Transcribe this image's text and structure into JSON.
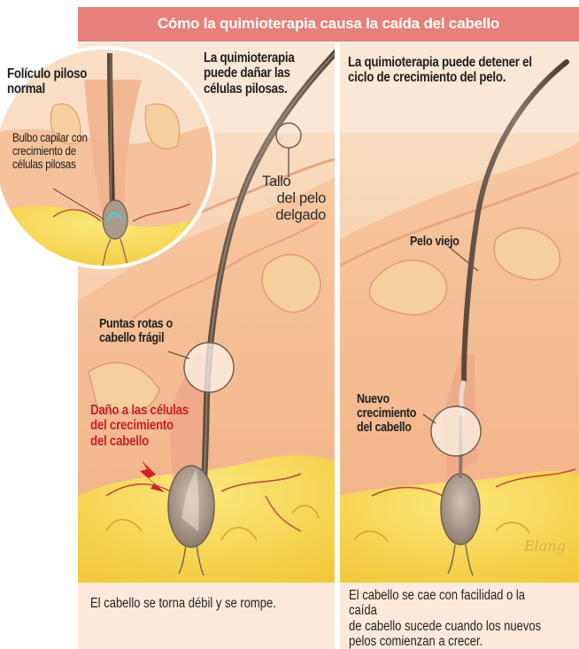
{
  "title": "Cómo la quimioterapia causa la caída del cabello",
  "panels": {
    "inset": {
      "heading_line1": "Folículo piloso",
      "heading_line2": "normal",
      "bulb_line1": "Bulbo capilar con",
      "bulb_line2": "crecimiento de",
      "bulb_line3": "células pilosas"
    },
    "left": {
      "heading_line1": "La quimioterapia",
      "heading_line2": "puede dañar las",
      "heading_line3": "células pilosas.",
      "shaft_line1": "Tallo",
      "shaft_line2": "del pelo",
      "shaft_line3": "delgado",
      "tips_line1": "Puntas rotas o",
      "tips_line2": "cabello frágil",
      "damage_line1": "Daño a las células",
      "damage_line2": "del crecimiento",
      "damage_line3": "del cabello",
      "caption": "El cabello se torna débil y se rompe."
    },
    "right": {
      "heading_line1": "La quimioterapia puede detener el",
      "heading_line2": "ciclo de crecimiento del pelo.",
      "old_hair": "Pelo viejo",
      "new_line1": "Nuevo",
      "new_line2": "crecimiento",
      "new_line3": "del cabello",
      "caption_line1": "El cabello se cae con facilidad o la caída",
      "caption_line2": "de cabello sucede cuando los nuevos",
      "caption_line3": "pelos comienzan a crecer."
    }
  },
  "signature": "Elang",
  "colors": {
    "title_bar": "#e7807a",
    "damage_text": "#c8202b",
    "skin": "#f6c9a3",
    "fat": "#f7d955"
  }
}
